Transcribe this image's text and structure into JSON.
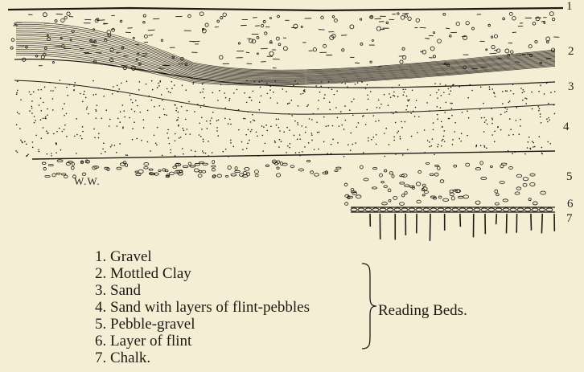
{
  "figure": {
    "artist_initials": "W.W.",
    "layer_numbers": [
      "1",
      "2",
      "3",
      "4",
      "5",
      "6",
      "7"
    ]
  },
  "legend": {
    "items": [
      "1. Gravel",
      "2. Mottled Clay",
      "3. Sand",
      "4. Sand with layers of flint-pebbles",
      "5. Pebble-gravel",
      "6. Layer of flint",
      "7. Chalk."
    ],
    "group_label": "Reading Beds."
  },
  "colors": {
    "paper": "#f4eed5",
    "ink": "#1e1a14"
  }
}
